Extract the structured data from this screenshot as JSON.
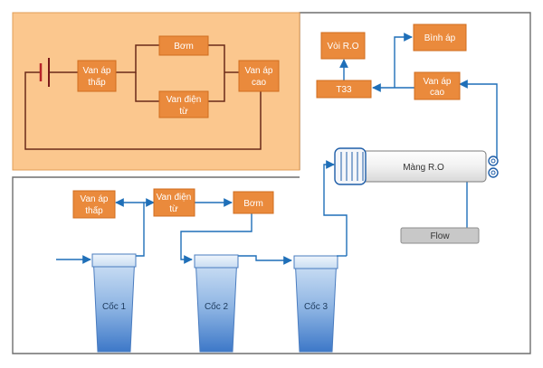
{
  "colors": {
    "panel_fill": "#fbc78e",
    "panel_border": "#e29c55",
    "box_fill": "#ea8a3c",
    "box_border": "#d06d1f",
    "wire": "#6b2a18",
    "pipe": "#1f6fb8",
    "frame": "#6e6e6e",
    "cup_water": "#3d78c8",
    "flow_box": "#c8c8c8"
  },
  "circuit": {
    "low_pressure_valve": [
      "Van áp",
      "thấp"
    ],
    "pump": "Bơm",
    "solenoid_valve": [
      "Van điện",
      "từ"
    ],
    "high_pressure_valve": [
      "Van áp",
      "cao"
    ]
  },
  "ro_system": {
    "ro_faucet": "Vòi R.O",
    "pressure_tank": "Bình áp",
    "t33": "T33",
    "high_pressure_valve": [
      "Van áp",
      "cao"
    ],
    "membrane": "Màng R.O",
    "flow": "Flow"
  },
  "filter_line": {
    "low_pressure_valve": [
      "Van áp",
      "thấp"
    ],
    "solenoid_valve": [
      "Van điện",
      "từ"
    ],
    "pump": "Bơm",
    "cups": [
      "Cốc 1",
      "Cốc 2",
      "Cốc 3"
    ]
  }
}
